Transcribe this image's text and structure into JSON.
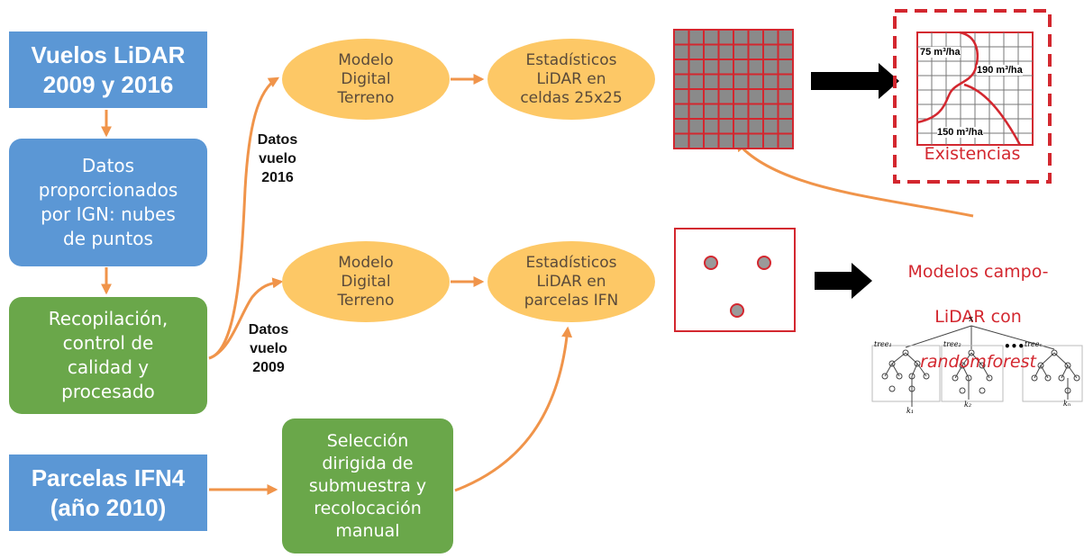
{
  "boxes": {
    "vuelos": "Vuelos LiDAR\n2009 y 2016",
    "datos_ign": "Datos\nproporcionados\npor IGN: nubes\nde puntos",
    "recopilacion": "Recopilación,\ncontrol de\ncalidad y\nprocesado",
    "parcelas": "Parcelas IFN4\n(año 2010)",
    "seleccion": "Selección\ndirigida de\nsubmuestra y\nrecolocación\nmanual"
  },
  "ellipses": {
    "mdt_top": "Modelo\nDigital\nTerreno",
    "stats_top": "Estadísticos\nLiDAR en\nceldas 25x25",
    "mdt_bottom": "Modelo\nDigital\nTerreno",
    "stats_bottom": "Estadísticos\nLiDAR en\nparcelas IFN"
  },
  "labels": {
    "datos_2016": "Datos\nvuelo\n2016",
    "datos_2009": "Datos\nvuelo\n2009"
  },
  "existencias": {
    "title": "Existencias",
    "value_1": "75 m³/ha",
    "value_2": "190 m³/ha",
    "value_3": "150 m³/ha"
  },
  "modelos": {
    "line1": "Modelos campo-",
    "line2": "LiDAR con",
    "line3": "randomforest"
  },
  "tree_diagram": {
    "root_label": "x",
    "tree_1": "tree₁",
    "tree_2": "tree₂",
    "tree_n": "treeₙ",
    "k1": "k₁",
    "k2": "k₂",
    "kn": "kₙ",
    "ellipsis": "•••"
  },
  "colors": {
    "arrow": "#f0944a",
    "blue_box": "#5b97d5",
    "green_box": "#6aa74a",
    "ellipse": "#fdc866",
    "red": "#d3272f"
  }
}
